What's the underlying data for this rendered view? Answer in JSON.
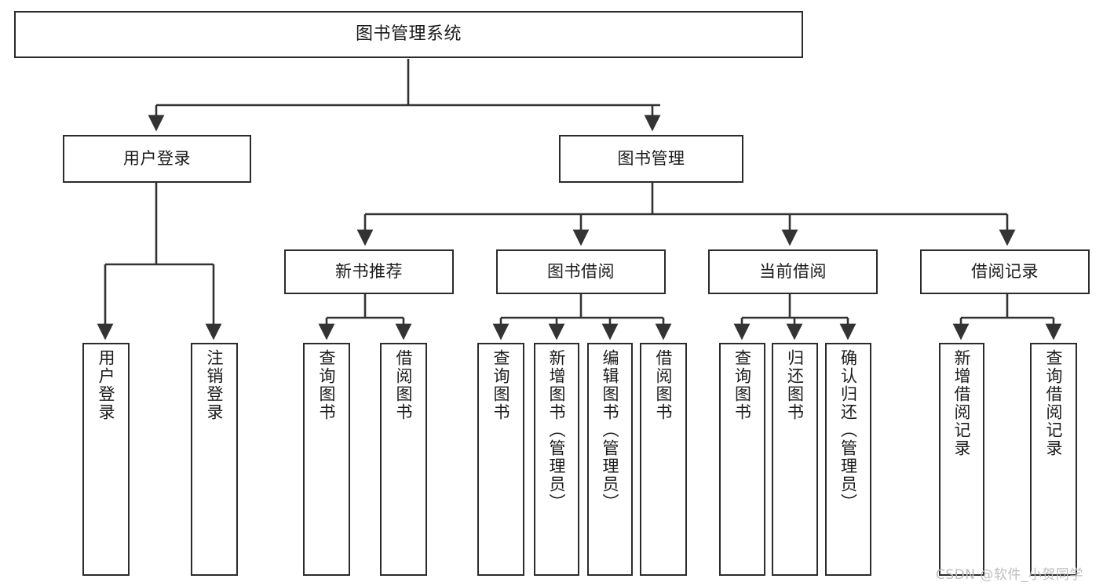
{
  "diagram": {
    "title": "图书管理系统",
    "watermark": "CSDN @软件_小贺同学",
    "colors": {
      "node_border": "#2b2b2b",
      "node_fill": "#ffffff",
      "edge": "#333333",
      "background": "#ffffff",
      "watermark": "#bdbdbd"
    },
    "nodes": {
      "root": {
        "label": "图书管理系统"
      },
      "level1": [
        {
          "label": "用户登录"
        },
        {
          "label": "图书管理"
        }
      ],
      "level2": [
        {
          "label": "新书推荐"
        },
        {
          "label": "图书借阅"
        },
        {
          "label": "当前借阅"
        },
        {
          "label": "借阅记录"
        }
      ],
      "leaves": {
        "user_login": [
          {
            "label": "用户登录"
          },
          {
            "label": "注销登录"
          }
        ],
        "new_book_recommend": [
          {
            "label": "查询图书"
          },
          {
            "label": "借阅图书"
          }
        ],
        "book_borrow": [
          {
            "label": "查询图书"
          },
          {
            "label": "新增图书（管理员）"
          },
          {
            "label": "编辑图书（管理员）"
          },
          {
            "label": "借阅图书"
          }
        ],
        "current_borrow": [
          {
            "label": "查询图书"
          },
          {
            "label": "归还图书"
          },
          {
            "label": "确认归还（管理员）"
          }
        ],
        "borrow_record": [
          {
            "label": "新增借阅记录"
          },
          {
            "label": "查询借阅记录"
          }
        ]
      }
    }
  }
}
